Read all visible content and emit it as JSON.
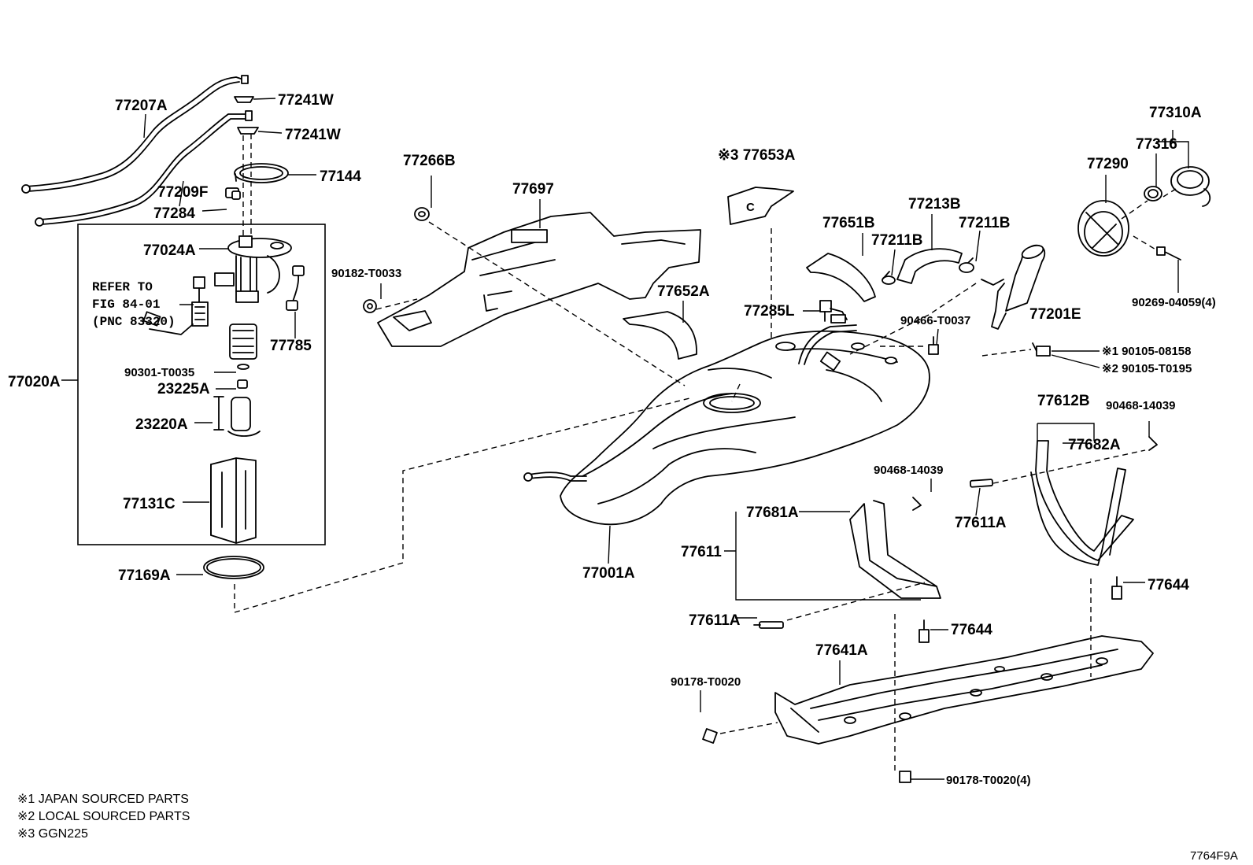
{
  "labels": {
    "p77207A": "77207A",
    "p77241W_1": "77241W",
    "p77241W_2": "77241W",
    "p77144": "77144",
    "p77209F": "77209F",
    "p77284": "77284",
    "p77024A": "77024A",
    "refer_1": "REFER TO",
    "refer_2": "FIG 84-01",
    "refer_3": "(PNC 83320)",
    "p77785": "77785",
    "p77020A": "77020A",
    "p90301": "90301-T0035",
    "p23225A": "23225A",
    "p23220A": "23220A",
    "p77131C": "77131C",
    "p77169A": "77169A",
    "p77266B": "77266B",
    "p77697": "77697",
    "p90182": "90182-T0033",
    "p77653A": "※3 77653A",
    "p77652A": "77652A",
    "p77651B": "77651B",
    "p77213B": "77213B",
    "p77211B_1": "77211B",
    "p77211B_2": "77211B",
    "p77285L": "77285L",
    "p90466": "90466-T0037",
    "p77201E": "77201E",
    "p77290": "77290",
    "p77316": "77316",
    "p77310A": "77310A",
    "p90269": "90269-04059(4)",
    "p90105_1": "※1 90105-08158",
    "p90105_2": "※2 90105-T0195",
    "p77612B": "77612B",
    "p90468_1": "90468-14039",
    "p77682A": "77682A",
    "p90468_2": "90468-14039",
    "p77611A_1": "77611A",
    "p77681A": "77681A",
    "p77611": "77611",
    "p77001A": "77001A",
    "p77644_1": "77644",
    "p77611A_2": "77611A",
    "p77644_2": "77644",
    "p77641A": "77641A",
    "p90178_1": "90178-T0020",
    "p90178_2": "90178-T0020(4)"
  },
  "notes": {
    "n1": "※1 JAPAN SOURCED PARTS",
    "n2": "※2 LOCAL SOURCED PARTS",
    "n3": "※3 GGN225"
  },
  "diagram_code": "7764F9A"
}
